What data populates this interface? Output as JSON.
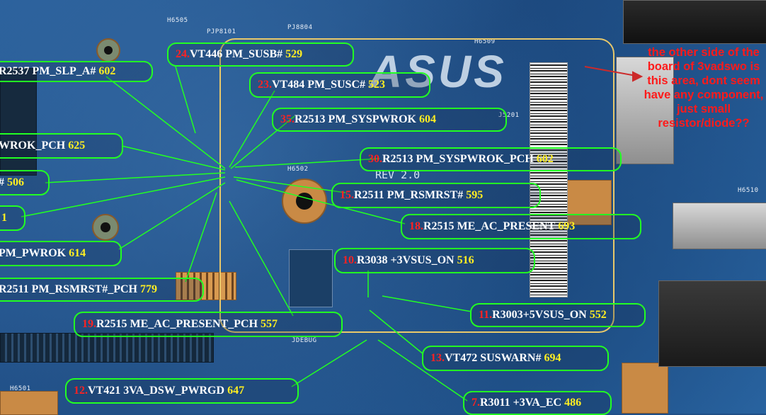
{
  "silkscreen": {
    "brand": "ASUS",
    "revision": "REV 2.0",
    "pjp": "PJP8101",
    "pj": "PJ8804",
    "h6505": "H6505",
    "h6509": "H6509",
    "h6502": "H6502",
    "h6510": "H6510",
    "h6501": "H6501",
    "j5201": "J5201",
    "jdebug": "JDEBUG"
  },
  "note": "the other side of the board of 3vadswo is this area, dont seem have any component, just small resistor/diode??",
  "labels": [
    {
      "num": "",
      "text": "R2537 PM_SLP_A#",
      "code": "602"
    },
    {
      "num": "24.",
      "text": "VT446 PM_SUSB#",
      "code": "529"
    },
    {
      "num": "23.",
      "text": "VT484 PM_SUSC#",
      "code": "523"
    },
    {
      "num": "35.",
      "text": "R2513 PM_SYSPWROK",
      "code": "604"
    },
    {
      "num": "",
      "text": "WROK_PCH",
      "code": "625"
    },
    {
      "num": "30.",
      "text": "R2513 PM_SYSPWROK_PCH",
      "code": "602"
    },
    {
      "num": "",
      "text": "#",
      "code": "506"
    },
    {
      "num": "15.",
      "text": "R2511 PM_RSMRST#",
      "code": "595"
    },
    {
      "num": "",
      "text": "",
      "code": "1"
    },
    {
      "num": "18.",
      "text": "R2515 ME_AC_PRESENT",
      "code": "693"
    },
    {
      "num": "",
      "text": "PM_PWROK",
      "code": "614"
    },
    {
      "num": "10.",
      "text": "R3038 +3VSUS_ON",
      "code": "516"
    },
    {
      "num": "",
      "text": "R2511 PM_RSMRST#_PCH",
      "code": "779"
    },
    {
      "num": "11.",
      "text": "R3003+5VSUS_ON",
      "code": "552"
    },
    {
      "num": "19.",
      "text": "R2515 ME_AC_PRESENT_PCH",
      "code": "557"
    },
    {
      "num": "13.",
      "text": "VT472 SUSWARN#",
      "code": "694"
    },
    {
      "num": "12.",
      "text": "VT421 3VA_DSW_PWRGD",
      "code": "647"
    },
    {
      "num": "7.",
      "text": "R3011 +3VA_EC",
      "code": "486"
    }
  ],
  "colors": {
    "board": "#1f4f86",
    "callout": "#22ff22",
    "number": "#ff2222",
    "code": "#ffee22",
    "note": "#ff1a1a",
    "highlight": "#e8c86a"
  }
}
